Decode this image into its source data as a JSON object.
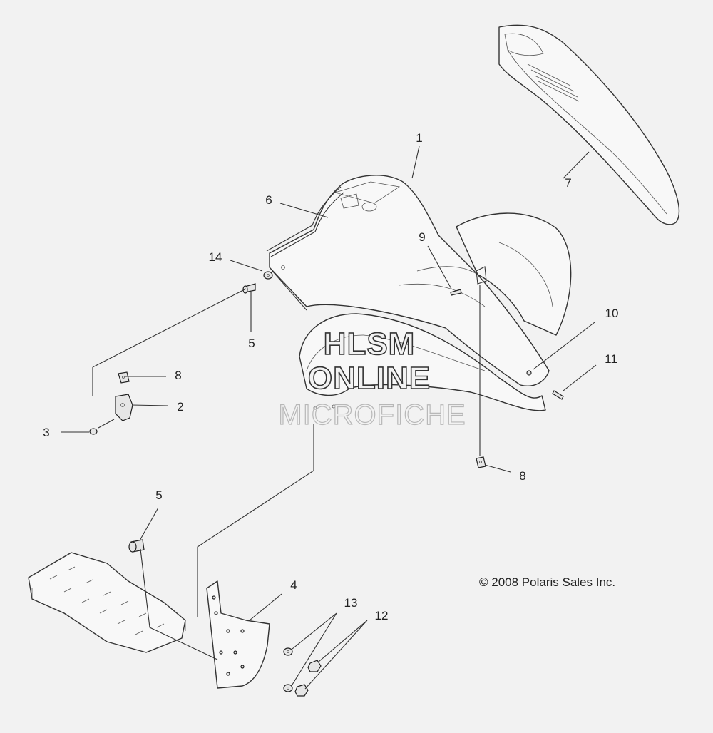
{
  "callouts": [
    {
      "id": "c1",
      "label": "1"
    },
    {
      "id": "c2",
      "label": "2"
    },
    {
      "id": "c3",
      "label": "3"
    },
    {
      "id": "c4",
      "label": "4"
    },
    {
      "id": "c5a",
      "label": "5"
    },
    {
      "id": "c5b",
      "label": "5"
    },
    {
      "id": "c6",
      "label": "6"
    },
    {
      "id": "c7",
      "label": "7"
    },
    {
      "id": "c8a",
      "label": "8"
    },
    {
      "id": "c8b",
      "label": "8"
    },
    {
      "id": "c9",
      "label": "9"
    },
    {
      "id": "c10",
      "label": "10"
    },
    {
      "id": "c11",
      "label": "11"
    },
    {
      "id": "c12",
      "label": "12"
    },
    {
      "id": "c13",
      "label": "13"
    },
    {
      "id": "c14",
      "label": "14"
    }
  ],
  "watermark": {
    "line1": "HLSM",
    "line2": "ONLINE",
    "line3": "MICROFICHE"
  },
  "copyright": "© 2008 Polaris Sales Inc."
}
